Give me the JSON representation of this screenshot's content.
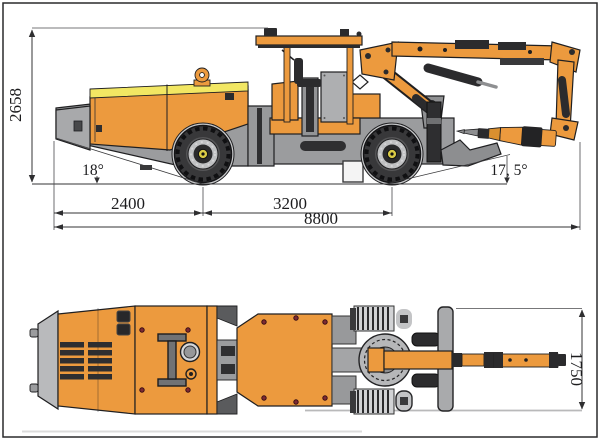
{
  "page": {
    "background": "#ffffff",
    "border_color": "#2a2a2c"
  },
  "colors": {
    "body_orange": "#EC9A3E",
    "body_orange_dark": "#D98F2F",
    "stripe_yellow": "#F2E763",
    "chassis_gray": "#9B9C9E",
    "light_gray": "#C7C8CA",
    "dark_part": "#2B2B2D",
    "tire": "#38383A",
    "screw_maroon": "#7E2A33",
    "dim_color": "#333335"
  },
  "side_view": {
    "name": "side elevation",
    "height_dim": {
      "label": "2658"
    },
    "front_overhang_dim": {
      "label": "2400"
    },
    "wheelbase_dim": {
      "label": "3200"
    },
    "overall_length_dim": {
      "label": "8800"
    },
    "approach_angle": {
      "label": "18°"
    },
    "departure_angle": {
      "label": "17, 5°"
    }
  },
  "plan_view": {
    "name": "top plan",
    "width_dim": {
      "label": "1750"
    }
  }
}
